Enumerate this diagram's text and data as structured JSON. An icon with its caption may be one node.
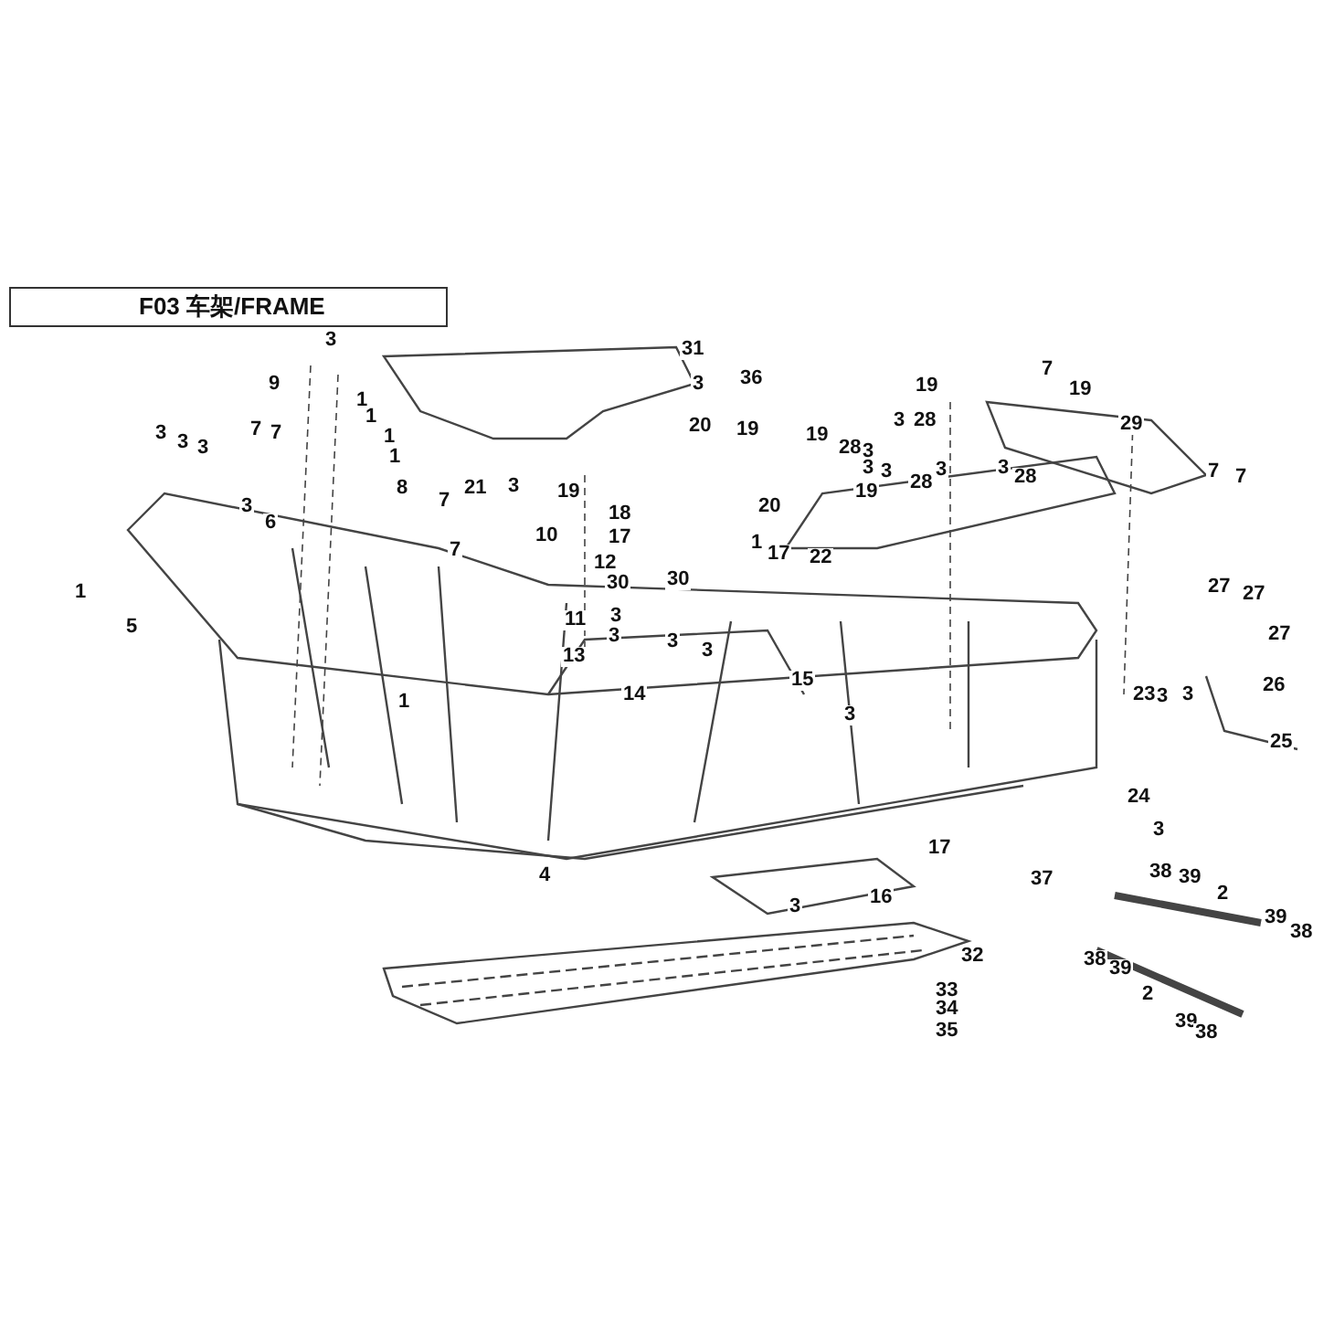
{
  "diagram": {
    "title": "F03 车架/FRAME",
    "labels": [
      "3",
      "31",
      "9",
      "36",
      "3",
      "1",
      "1",
      "7",
      "19",
      "19",
      "20",
      "19",
      "19",
      "3",
      "28",
      "3",
      "7",
      "7",
      "1",
      "3",
      "3",
      "3",
      "1",
      "28",
      "3",
      "3",
      "3",
      "28",
      "29",
      "3",
      "28",
      "21",
      "3",
      "8",
      "19",
      "7",
      "20",
      "19",
      "7",
      "7",
      "3",
      "6",
      "7",
      "18",
      "17",
      "10",
      "1",
      "17",
      "22",
      "12",
      "30",
      "30",
      "1",
      "5",
      "11",
      "3",
      "3",
      "27",
      "27",
      "13",
      "27",
      "14",
      "3",
      "15",
      "3",
      "23",
      "3",
      "3",
      "26",
      "1",
      "3",
      "25",
      "24",
      "3",
      "17",
      "4",
      "38",
      "39",
      "37",
      "2",
      "16",
      "3",
      "39",
      "38",
      "32",
      "38",
      "39",
      "2",
      "33",
      "34",
      "39",
      "38",
      "35"
    ]
  }
}
